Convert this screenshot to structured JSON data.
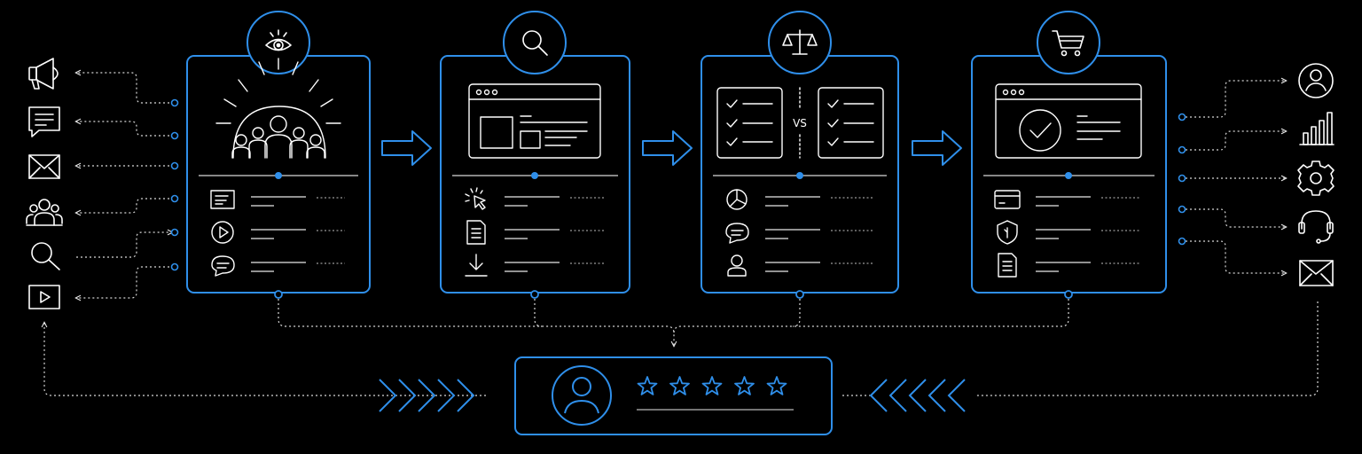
{
  "colors": {
    "background": "#000000",
    "accent": "#2f8fea",
    "line": "#e8e8e8",
    "dim": "#9a9a9a"
  },
  "stages": [
    {
      "id": "awareness",
      "icon": "eye-icon",
      "hero": "audience-group-icon",
      "rows": [
        "text-block-icon",
        "play-circle-icon",
        "chat-bubble-icon"
      ]
    },
    {
      "id": "consideration",
      "icon": "magnifier-icon",
      "hero": "browser-window-icon",
      "rows": [
        "cursor-click-icon",
        "document-icon",
        "download-icon"
      ]
    },
    {
      "id": "evaluation",
      "icon": "scales-icon",
      "hero": "checklist-comparison-icon",
      "rows": [
        "pie-chart-icon",
        "chat-bubble-icon",
        "user-icon"
      ]
    },
    {
      "id": "purchase",
      "icon": "shopping-cart-icon",
      "hero": "browser-checkmark-icon",
      "rows": [
        "credit-card-icon",
        "shield-icon",
        "document-icon"
      ]
    }
  ],
  "comparison_label": "VS",
  "left_channels": [
    "megaphone-icon",
    "message-icon",
    "envelope-icon",
    "group-icon",
    "search-icon",
    "video-play-icon"
  ],
  "right_channels": [
    "user-circle-icon",
    "bar-chart-icon",
    "gear-icon",
    "headset-icon",
    "envelope-icon"
  ],
  "review": {
    "icon": "user-circle-icon",
    "stars": 5
  }
}
